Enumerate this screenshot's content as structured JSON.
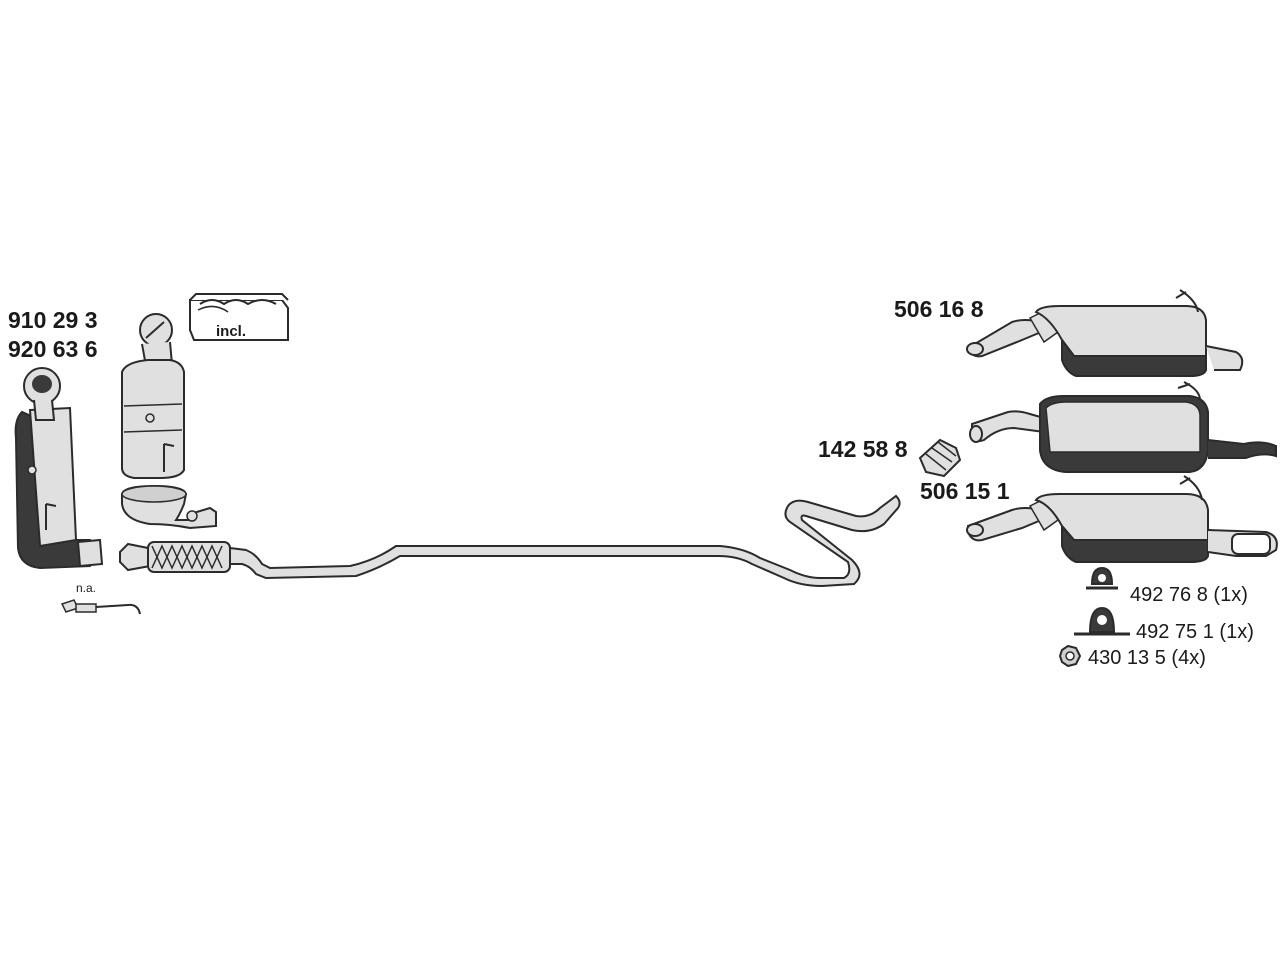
{
  "labels": {
    "part_910293": "910 29 3",
    "part_920636": "920 63 6",
    "incl": "incl.",
    "na": "n.a.",
    "part_142588": "142 58 8",
    "part_506168": "506 16 8",
    "part_506151": "506 15 1",
    "part_492768": "492 76 8 (1x)",
    "part_492751": "492 75 1 (1x)",
    "part_430135": "430 13 5 (4x)"
  },
  "colors": {
    "body_fill": "#e0e0e0",
    "dark_band": "#3a3a3a",
    "outline": "#2b2b2b",
    "background": "#ffffff"
  }
}
